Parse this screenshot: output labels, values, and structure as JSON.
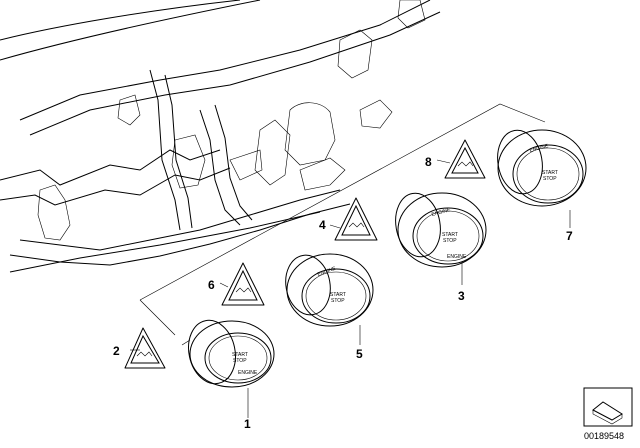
{
  "callouts": {
    "c1": "1",
    "c2": "2",
    "c3": "3",
    "c4": "4",
    "c5": "5",
    "c6": "6",
    "c7": "7",
    "c8": "8"
  },
  "button_labels": {
    "engine": "ENGINE",
    "start": "START",
    "stop": "STOP"
  },
  "part_number": "00189548",
  "colors": {
    "line": "#000000",
    "background": "#ffffff"
  }
}
